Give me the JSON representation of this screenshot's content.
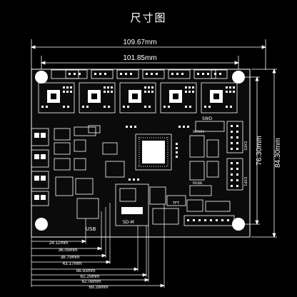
{
  "page": {
    "title": "尺寸图"
  },
  "dimensions": {
    "overall_width": "109.67mm",
    "hole_span_width": "101.85mm",
    "hole_span_height": "76.30mm",
    "overall_height": "84.30mm",
    "bottom": [
      "24.11mm",
      "36.09mm",
      "38.79mm",
      "43.17mm",
      "56.93mm",
      "61.29mm",
      "62.08mm",
      "69.28mm"
    ]
  },
  "silkscreen": {
    "usb": "USB",
    "sd": "SD-M",
    "swd": "SWD",
    "exp1": "EXP1",
    "exp2": "EXP2",
    "tft": "TFT",
    "servos": "SERVOS",
    "probe": "PROBE"
  },
  "colors": {
    "background": "#000000",
    "board": "#0b0b0b",
    "lines": "#ffffff",
    "mount_holes": "#ffffff"
  }
}
